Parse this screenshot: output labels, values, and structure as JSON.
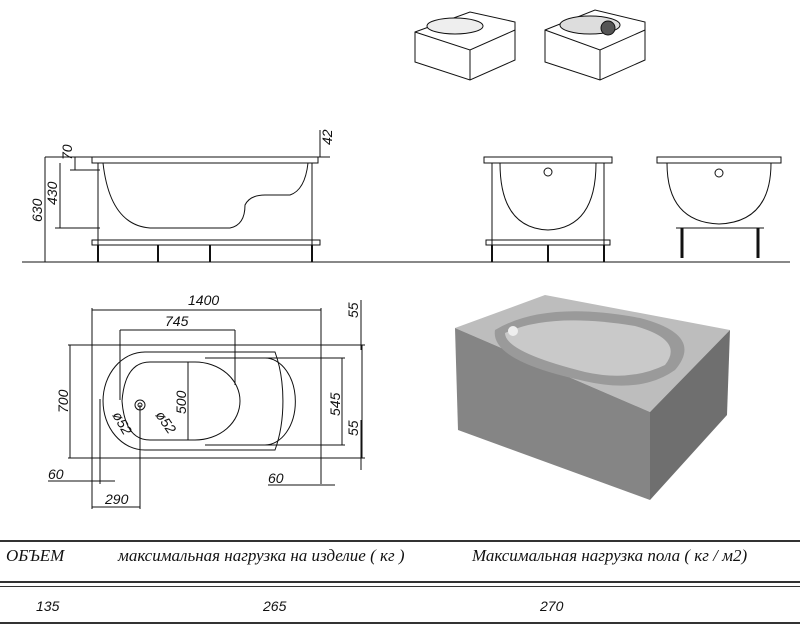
{
  "side_view": {
    "dims": {
      "total_height": "630",
      "tub_depth": "430",
      "leg_height": "70",
      "rim": "42"
    }
  },
  "top_view": {
    "dims": {
      "length": "1400",
      "inner_length": "745",
      "inner_width": "500",
      "width": "700",
      "inner_width_2": "545",
      "margin_top": "55",
      "margin_bottom": "55",
      "offset_left": "60",
      "offset_right": "60",
      "drain_offset": "290",
      "drain_diameter": "ø52",
      "overflow_diameter": "ø52"
    }
  },
  "table": {
    "headers": [
      "ОБЪЕМ",
      "максимальная нагрузка на изделие ( кг )",
      "Максимальная нагрузка пола ( кг / м2)"
    ],
    "values": [
      "135",
      "265",
      "270"
    ]
  },
  "colors": {
    "line": "#111111",
    "render_body": "#8a8a8a",
    "render_inner": "#b8b8b8"
  }
}
